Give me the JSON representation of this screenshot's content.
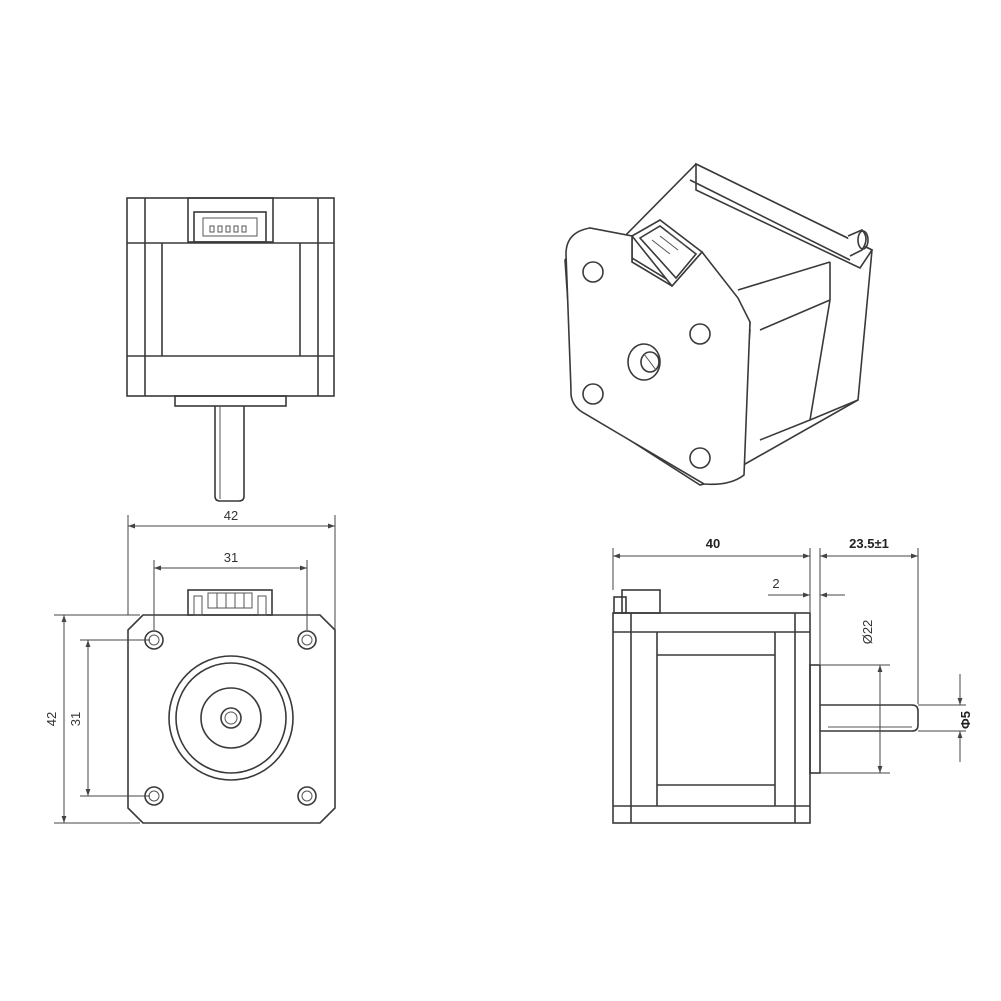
{
  "dimensions": {
    "front_width": "42",
    "front_height": "42",
    "hole_pitch_h": "31",
    "hole_pitch_v": "31",
    "body_length": "40",
    "shaft_length": "23.5±1",
    "boss_thickness": "2",
    "boss_diameter": "Ø22",
    "shaft_diameter": "Φ5"
  },
  "colors": {
    "line": "#3a3a3a",
    "background": "#ffffff"
  }
}
